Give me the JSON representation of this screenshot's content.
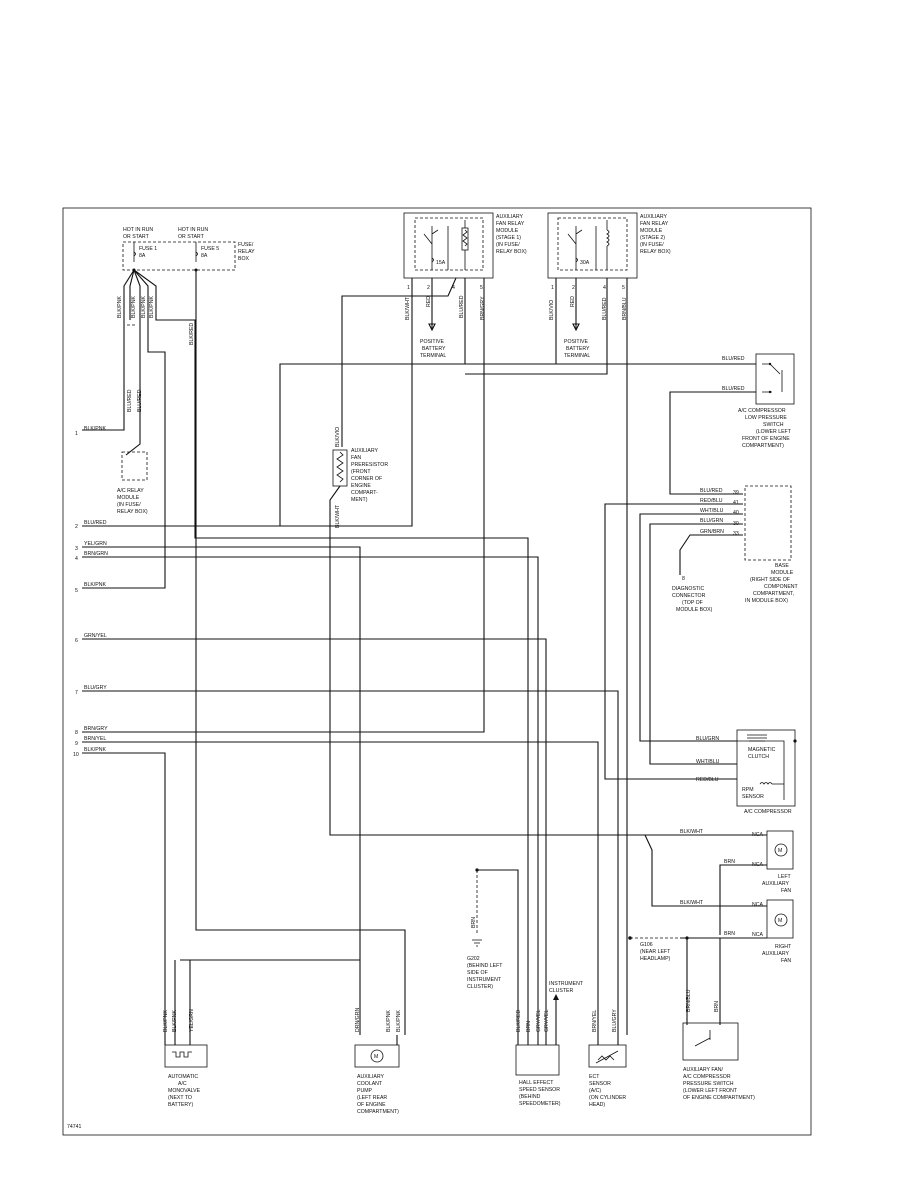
{
  "figure_id": "74741",
  "power": {
    "hot_run_start_1": [
      "HOT IN RUN",
      "OR START"
    ],
    "hot_run_start_2": [
      "HOT IN RUN",
      "OR START"
    ],
    "fuse1": [
      "FUSE 1",
      "8A"
    ],
    "fuse5": [
      "FUSE 5",
      "8A"
    ],
    "fuse_box": [
      "FUSE/",
      "RELAY",
      "BOX"
    ]
  },
  "components": {
    "aux_relay_1": [
      "AUXILIARY",
      "FAN RELAY",
      "MODULE",
      "(STAGE 1)",
      "(IN FUSE/",
      "RELAY BOX)"
    ],
    "aux_relay_2": [
      "AUXILIARY",
      "FAN RELAY",
      "MODULE",
      "(STAGE 2)",
      "(IN FUSE/",
      "RELAY BOX)"
    ],
    "relay1_fuse": "15A",
    "relay2_fuse": "30A",
    "pos_batt_1": [
      "POSITIVE",
      "BATTERY",
      "TERMINAL"
    ],
    "pos_batt_2": [
      "POSITIVE",
      "BATTERY",
      "TERMINAL"
    ],
    "ac_low_switch": [
      "A/C COMPRESSOR",
      "LOW PRESSURE",
      "SWITCH",
      "(LOWER LEFT",
      "FRONT OF ENGINE",
      "COMPARTMENT)"
    ],
    "resistor": [
      "AUXILIARY",
      "FAN",
      "PRERESISTOR",
      "(FRONT",
      "CORNER OF",
      "ENGINE",
      "COMPART-",
      "MENT)"
    ],
    "ac_relay": [
      "A/C RELAY",
      "MODULE",
      "(IN FUSE/",
      "RELAY BOX)"
    ],
    "base_module": [
      "BASE",
      "MODULE",
      "(RIGHT SIDE OF",
      "COMPONENT",
      "COMPARTMENT,",
      "IN MODULE BOX)"
    ],
    "diag": [
      "DIAGNOSTIC",
      "CONNECTOR",
      "(TOP OF",
      "MODULE BOX)"
    ],
    "diag_pin": "8",
    "magnetic_clutch": [
      "MAGNETIC",
      "CLUTCH"
    ],
    "rpm_sensor": [
      "RPM",
      "SENSOR"
    ],
    "ac_compressor": "A/C COMPRESSOR",
    "left_fan": [
      "LEFT",
      "AUXILIARY",
      "FAN"
    ],
    "right_fan": [
      "RIGHT",
      "AUXILIARY",
      "FAN"
    ],
    "g106": [
      "G106",
      "(NEAR LEFT",
      "HEADLAMP)"
    ],
    "g202": [
      "G202",
      "(BEHIND LEFT",
      "SIDE OF",
      "INSTRUMENT",
      "CLUSTER)"
    ],
    "instrument_cluster": [
      "INSTRUMENT",
      "CLUSTER"
    ],
    "monovalve": [
      "AUTOMATIC",
      "A/C",
      "MONOVALVE",
      "(NEXT TO",
      "BATTERY)"
    ],
    "coolant_pump": [
      "AUXILIARY",
      "COOLANT",
      "PUMP",
      "(LEFT REAR",
      "OF ENGINE",
      "COMPARTMENT)"
    ],
    "hall_sensor": [
      "HALL EFFECT",
      "SPEED SENSOR",
      "(BEHIND",
      "SPEEDOMETER)"
    ],
    "ect_sensor": [
      "ECT",
      "SENSOR",
      "(A/C)",
      "(ON CYLINDER",
      "HEAD)"
    ],
    "fan_switch": [
      "AUXILIARY FAN/",
      "A/C COMPRESSOR",
      "PRESSURE SWITCH",
      "(LOWER LEFT FRONT",
      "OF ENGINE COMPARTMENT)"
    ],
    "nca": "NCA",
    "motor": "M"
  },
  "left_pins": [
    {
      "num": "1",
      "wire": "BLK/PNK"
    },
    {
      "num": "2",
      "wire": "BLU/RED"
    },
    {
      "num": "3",
      "wire": "YEL/GRN"
    },
    {
      "num": "4",
      "wire": "BRN/GRN"
    },
    {
      "num": "5",
      "wire": "BLK/PNK"
    },
    {
      "num": "6",
      "wire": "GRN/YEL"
    },
    {
      "num": "7",
      "wire": "BLU/GRY"
    },
    {
      "num": "8",
      "wire": "BRN/GRY"
    },
    {
      "num": "9",
      "wire": "BRN/YEL"
    },
    {
      "num": "10",
      "wire": "BLK/PNK"
    }
  ],
  "relay1_pins": [
    {
      "num": "1",
      "wire": "BLK/WHT"
    },
    {
      "num": "2",
      "wire": "RED"
    },
    {
      "num": "4",
      "wire": "BLU/RED"
    },
    {
      "num": "5",
      "wire": "BRN/GRY"
    }
  ],
  "relay2_pins": [
    {
      "num": "1",
      "wire": "BLK/VIO"
    },
    {
      "num": "2",
      "wire": "RED"
    },
    {
      "num": "4",
      "wire": "BLU/RED"
    },
    {
      "num": "5",
      "wire": "BRN/BLU"
    }
  ],
  "base_pins": [
    {
      "num": "39",
      "wire": "BLU/RED"
    },
    {
      "num": "41",
      "wire": "RED/BLU"
    },
    {
      "num": "40",
      "wire": "WHT/BLU"
    },
    {
      "num": "30",
      "wire": "BLU/GRN"
    },
    {
      "num": "33",
      "wire": "GRN/BRN"
    }
  ],
  "wires": {
    "blk_pnk": "BLK/PNK",
    "blu_red": "BLU/RED",
    "blk_red": "BLK/RED",
    "blk_vio": "BLK/VIO",
    "blk_wht": "BLK/WHT",
    "blu_grn": "BLU/GRN",
    "wht_blu": "WHT/BLU",
    "red_blu": "RED/BLU",
    "brn": "BRN",
    "yel_grn": "YEL/GRN",
    "drn_grn": "DRN/GRN",
    "gry_yel": "GRY/YEL",
    "grn_yel": "GRN/YEL",
    "brn_yel": "BRN/YEL",
    "blu_gry": "BLU/GRY",
    "brn_blu": "BRN/BLU",
    "blk_red_hall": "BLK/RED",
    "brn_hall": "BRN",
    "gry_yel2": "GRY/YEL"
  },
  "colors": {
    "ink": "#111111",
    "paper": "#ffffff"
  }
}
